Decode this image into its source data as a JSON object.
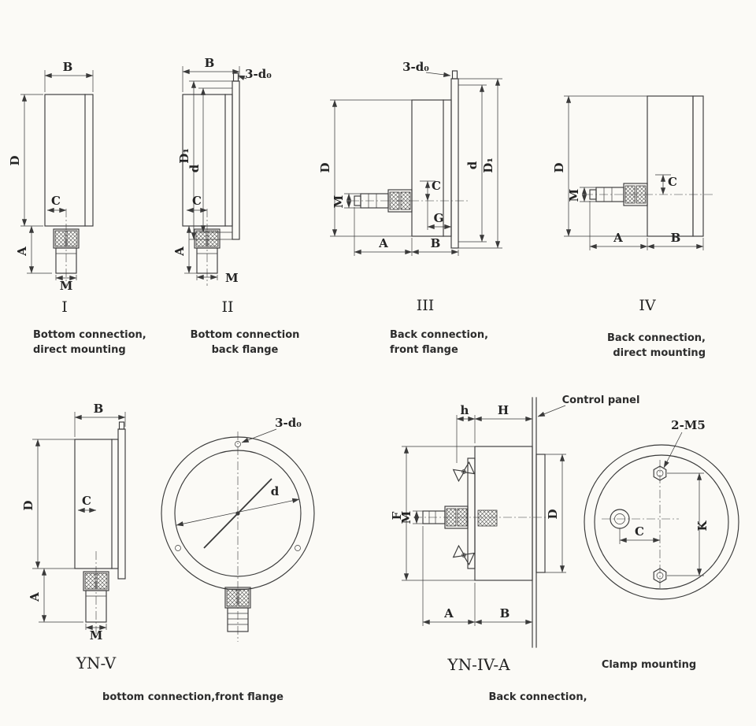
{
  "colors": {
    "background": "#fbfaf6",
    "ink": "#3a3a3a"
  },
  "dims": {
    "B": "B",
    "D": "D",
    "C": "C",
    "A": "A",
    "M": "M",
    "d": "d",
    "D1": "D₁",
    "G": "G",
    "h": "h",
    "H": "H",
    "F": "F",
    "K": "K",
    "holes3": "3-d₀",
    "screws2": "2-M5"
  },
  "top_row": [
    {
      "numeral": "I",
      "caption1": "Bottom connection,",
      "caption2": "direct mounting"
    },
    {
      "numeral": "II",
      "caption1": "Bottom connection",
      "caption2": "back flange"
    },
    {
      "numeral": "III",
      "caption1": "Back connection,",
      "caption2": "front flange"
    },
    {
      "numeral": "IV",
      "caption1": "Back connection,",
      "caption2": "direct mounting"
    }
  ],
  "bottom_row": {
    "ynv_model": "YN-V",
    "ynv_caption": "bottom connection,front flange",
    "yniva_model": "YN-IV-A",
    "yniva_caption": "Back connection,",
    "control_panel": "Control panel",
    "clamp_caption": "Clamp mounting"
  }
}
